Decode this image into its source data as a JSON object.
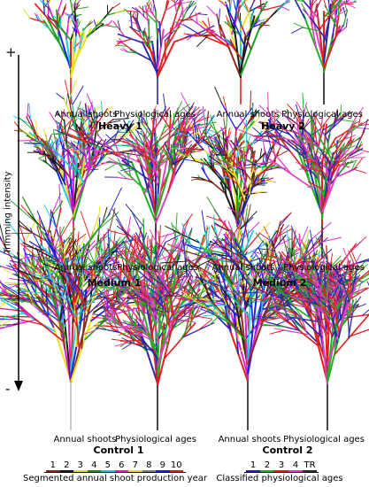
{
  "axis": {
    "plus": "+",
    "minus": "-",
    "title": "Trimming intensity"
  },
  "groups": [
    {
      "id": "heavy1",
      "title": "Heavy 1",
      "left_caption": "Annual shoots",
      "right_caption": "Physiological ages"
    },
    {
      "id": "heavy2",
      "title": "Heavy 2",
      "left_caption": "Annual shoots",
      "right_caption": "Physiological ages"
    },
    {
      "id": "medium1",
      "title": "Medium 1",
      "left_caption": "Annual shoots",
      "right_caption": "Physiological ages"
    },
    {
      "id": "medium2",
      "title": "Medium 2",
      "left_caption": "Annual shoots",
      "right_caption": "Physiological ages"
    },
    {
      "id": "control1",
      "title": "Control 1",
      "left_caption": "Annual shoots",
      "right_caption": "Physiological ages"
    },
    {
      "id": "control2",
      "title": "Control 2",
      "left_caption": "Annual shoots",
      "right_caption": "Physiological ages"
    }
  ],
  "legend_annual": {
    "labels": [
      "1",
      "2",
      "3",
      "4",
      "5",
      "6",
      "7",
      "8",
      "9",
      "10"
    ],
    "colors": [
      "#8b2a1a",
      "#1a1a1a",
      "#e8e020",
      "#2a8a2a",
      "#20c8e0",
      "#e020d0",
      "#f0e020",
      "#808080",
      "#2020e0",
      "#e02020"
    ],
    "title": "Segmented annual shoot production year"
  },
  "legend_ages": {
    "labels": [
      "1",
      "2",
      "3",
      "4",
      "TR"
    ],
    "colors": [
      "#2a2aa8",
      "#20b020",
      "#e02020",
      "#e040c0",
      "#303030"
    ],
    "title": "Classified physiological ages"
  },
  "tree_palettes": {
    "annual": [
      "#1a1a1a",
      "#e02020",
      "#20a020",
      "#2020e0",
      "#20c8e0",
      "#e020d0",
      "#e8e020",
      "#8b2a1a"
    ],
    "ages": [
      "#e02020",
      "#20b020",
      "#2a2aa8",
      "#e040c0"
    ]
  }
}
